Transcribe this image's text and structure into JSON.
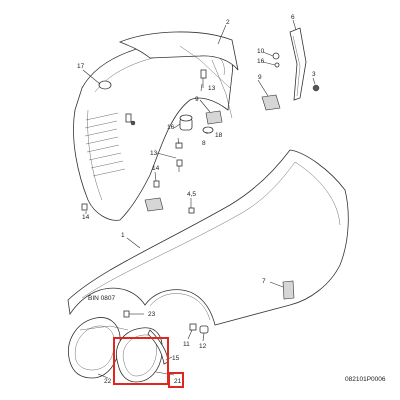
{
  "diagram": {
    "reference_code": "082101P0006",
    "bin_label": "BIN 0807",
    "highlight_color": "#e0261f",
    "callouts": {
      "c1": "1",
      "c2": "2",
      "c3": "3",
      "c6": "6",
      "c7": "7",
      "c8": "8",
      "c9a": "9",
      "c9b": "9",
      "c10": "10",
      "c11": "11",
      "c12": "12",
      "c13a": "13",
      "c13b": "13",
      "c14a": "14",
      "c14b": "14",
      "c15": "15",
      "c16": "16",
      "c17": "17",
      "c18": "18",
      "c21": "21",
      "c22": "22",
      "c23": "23",
      "c45": "4,5"
    }
  }
}
